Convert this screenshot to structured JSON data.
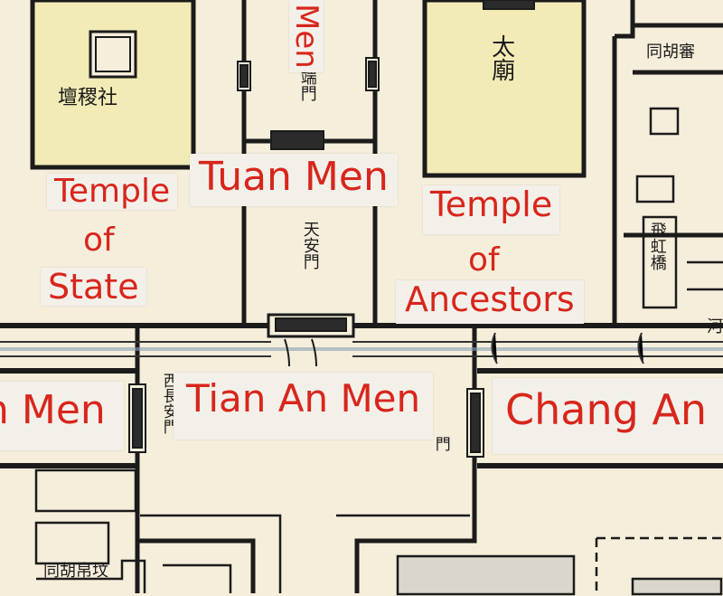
{
  "colors": {
    "paper": "#f5eedb",
    "temple_fill": "#f2ebb6",
    "wall": "#1b1b1b",
    "label_red": "#d8261c",
    "label_paper": "#f3f0ea",
    "water": "#8aa0b4"
  },
  "labels": {
    "temple_of_state": [
      "Temple",
      "of",
      "State"
    ],
    "tuan_men": "Tuan Men",
    "temple_of_ancestors": [
      "Temple",
      "of",
      "Ancestors"
    ],
    "men_top": "Men",
    "tian_an_men": "Tian An Men",
    "left_men": "n Men",
    "chang_an": "Chang An"
  },
  "chinese": {
    "shejitan": "壇稷社",
    "taimiao": "太廟",
    "duanmen": "端門",
    "tiananmen": "天安門",
    "xichanganmen": "西長安門",
    "dongchanganmen": "門",
    "feihongqiao": "飛虹橋",
    "top_right_hutong": "同胡審",
    "bottom_left_hutong": "同胡帛坟",
    "river": "河"
  }
}
